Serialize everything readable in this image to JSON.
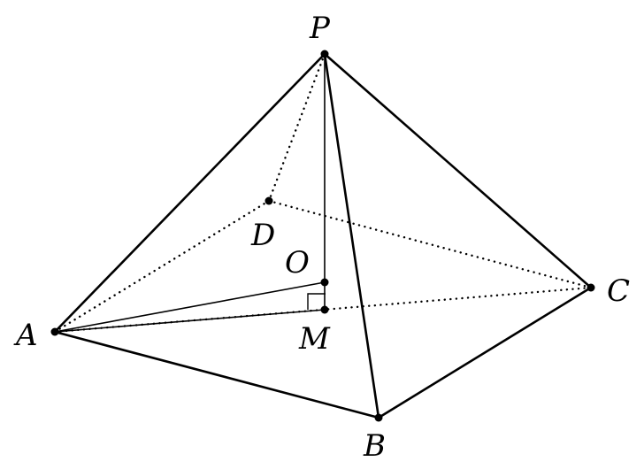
{
  "figure": {
    "points": {
      "P": {
        "label": "P"
      },
      "A": {
        "label": "A"
      },
      "B": {
        "label": "B"
      },
      "C": {
        "label": "C"
      },
      "D": {
        "label": "D"
      },
      "O": {
        "label": "O"
      },
      "M": {
        "label": "M"
      }
    },
    "edges": [
      {
        "from": "P",
        "to": "A",
        "style": "solid"
      },
      {
        "from": "P",
        "to": "B",
        "style": "solid"
      },
      {
        "from": "P",
        "to": "C",
        "style": "solid"
      },
      {
        "from": "A",
        "to": "B",
        "style": "solid"
      },
      {
        "from": "B",
        "to": "C",
        "style": "solid"
      },
      {
        "from": "P",
        "to": "D",
        "style": "dotted"
      },
      {
        "from": "A",
        "to": "D",
        "style": "dotted"
      },
      {
        "from": "D",
        "to": "C",
        "style": "dotted"
      },
      {
        "from": "A",
        "to": "C",
        "style": "dotted"
      },
      {
        "from": "P",
        "to": "M",
        "style": "thin"
      },
      {
        "from": "A",
        "to": "O",
        "style": "thin"
      },
      {
        "from": "A",
        "to": "M",
        "style": "thin"
      }
    ],
    "right_angle_at": "M"
  }
}
